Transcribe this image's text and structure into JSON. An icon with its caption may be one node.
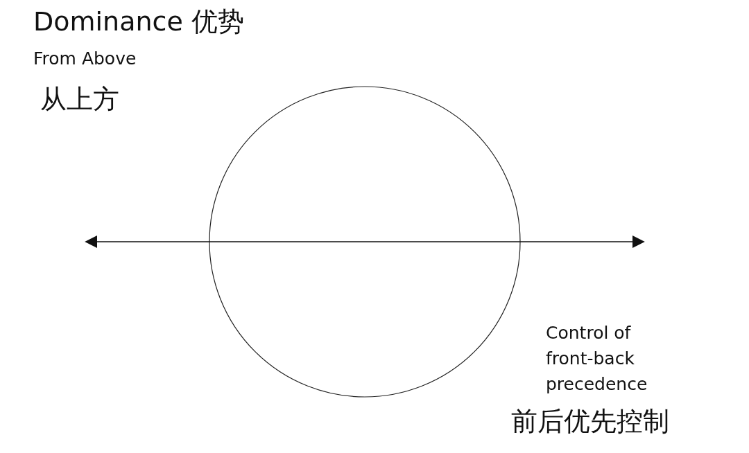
{
  "diagram": {
    "title": "Dominance 优势",
    "labels": [
      "From Above",
      "从上方",
      "Control of front-back precedence",
      "前后优先控制"
    ]
  }
}
